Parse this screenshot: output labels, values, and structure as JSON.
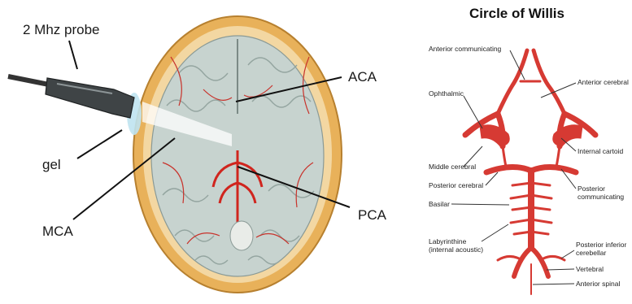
{
  "left_figure": {
    "labels": {
      "probe": "2 Mhz probe",
      "gel": "gel",
      "mca": "MCA",
      "aca": "ACA",
      "pca": "PCA"
    }
  },
  "right_figure": {
    "title": "Circle of Willis",
    "labels": {
      "anterior_communicating": "Anterior communicating",
      "anterior_cerebral": "Anterior cerebral",
      "ophthalmic": "Ophthalmic",
      "internal_carotid": "Internal cartoid",
      "middle_cerebral": "Middle cerebral",
      "posterior_cerebral": "Posterior cerebral",
      "posterior_communicating_1": "Posterior",
      "posterior_communicating_2": "communicating",
      "basilar": "Basilar",
      "labyrinthine_1": "Labyrinthine",
      "labyrinthine_2": "(internal acoustic)",
      "posterior_inferior_cerebellar_1": "Posterior inferior",
      "posterior_inferior_cerebellar_2": "cerebellar",
      "vertebral": "Vertebral",
      "anterior_spinal": "Anterior spinal"
    }
  },
  "colors": {
    "artery": "#d63a33",
    "skull_band": "#e8b15a",
    "brain": "#c7d3cf"
  }
}
